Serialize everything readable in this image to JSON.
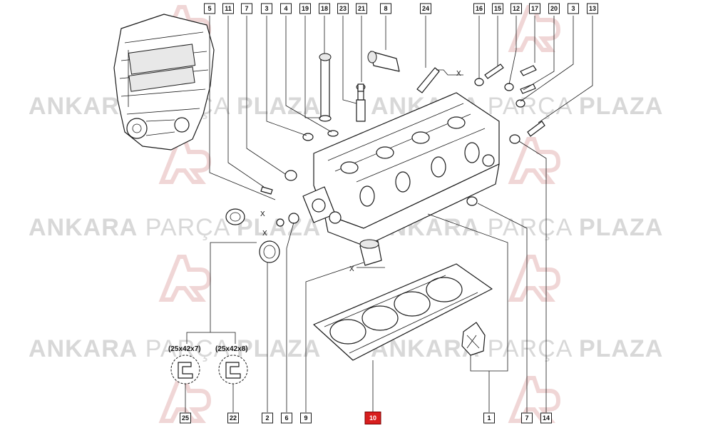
{
  "watermark": {
    "part1": "ANKARA",
    "part2": "PARÇA",
    "part3": "PLAZA"
  },
  "callouts_top": [
    "5",
    "11",
    "7",
    "3",
    "4",
    "19",
    "18",
    "23",
    "21",
    "8",
    "24",
    "16",
    "15",
    "12",
    "17",
    "20",
    "3",
    "13"
  ],
  "callouts_bottom": [
    "25",
    "22",
    "2",
    "6",
    "9",
    "10",
    "1",
    "7",
    "14"
  ],
  "highlighted_callout": "10",
  "seal_sizes": {
    "left": "(25x42x7)",
    "right": "(25x42x8)"
  },
  "axis_mark": "X",
  "colors": {
    "highlight": "#d81e1e",
    "watermark": "#d8d8d8",
    "line": "#1a1a1a"
  }
}
